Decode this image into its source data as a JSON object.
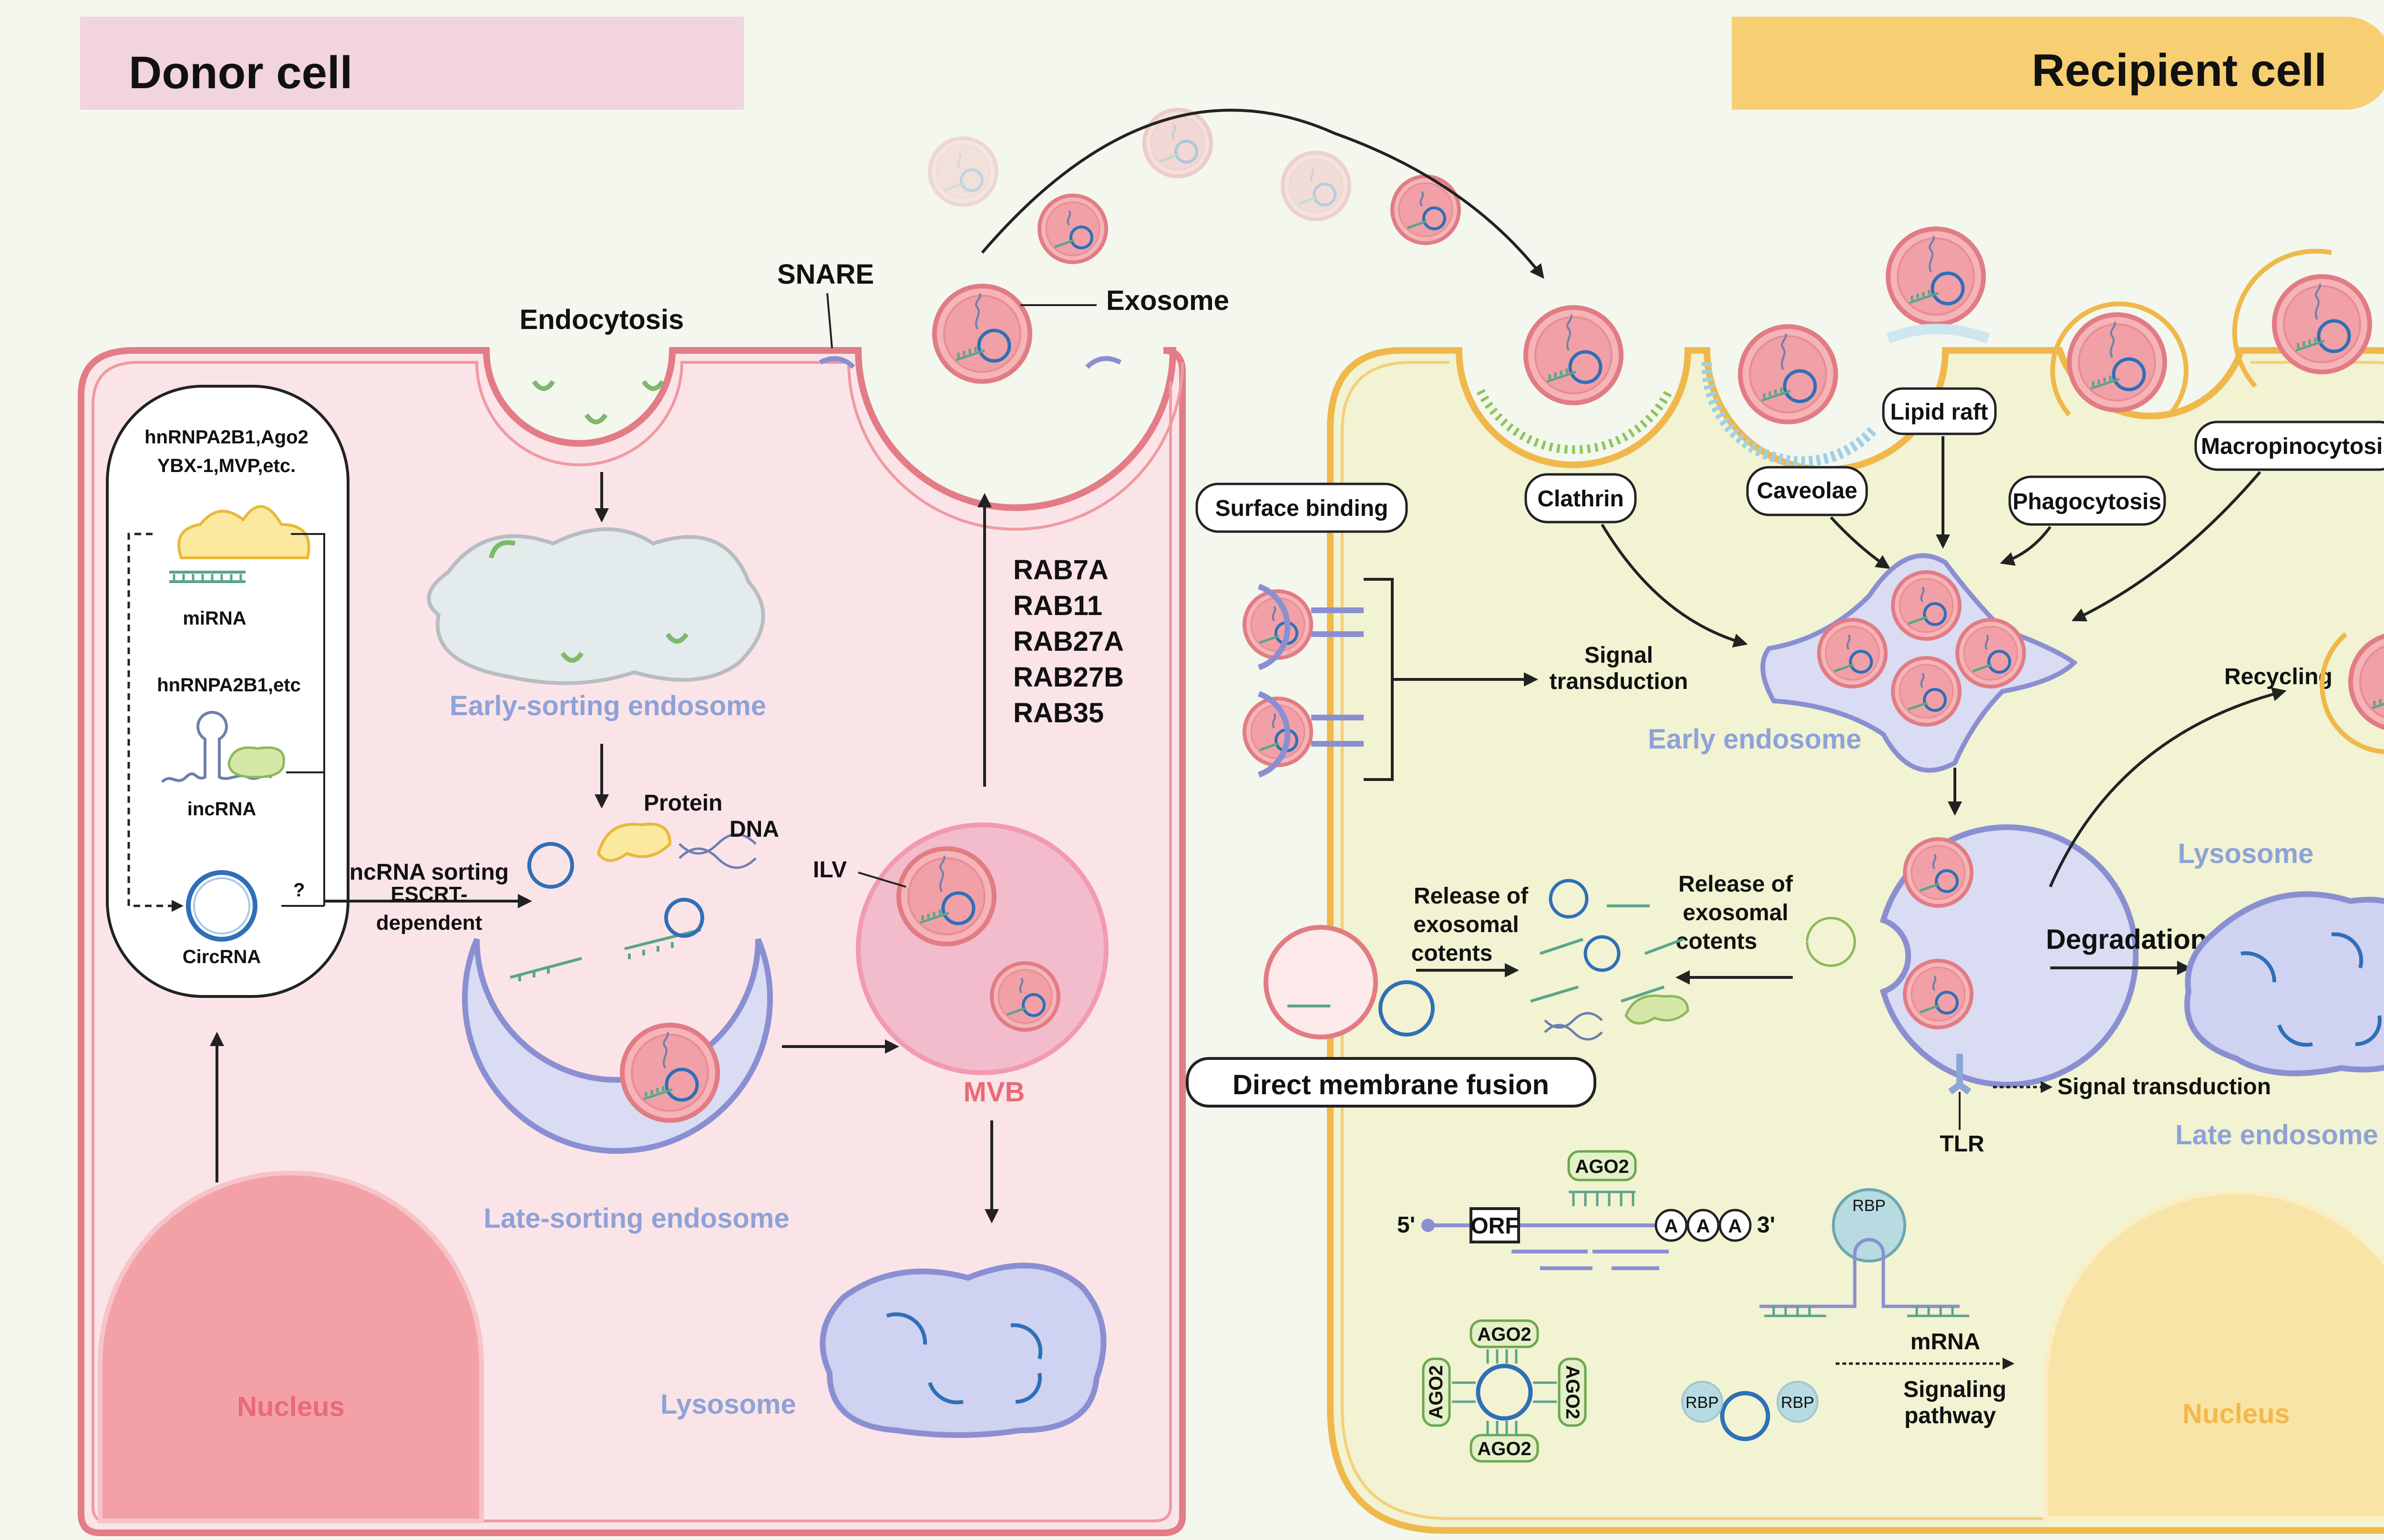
{
  "header": {
    "donor_title": "Donor cell",
    "recipient_title": "Recipient cell"
  },
  "donor": {
    "endocytosis": "Endocytosis",
    "snare": "SNARE",
    "exosome": "Exosome",
    "early_sorting": "Early-sorting endosome",
    "late_sorting": "Late-sorting endosome",
    "mvb": "MVB",
    "ilv": "ILV",
    "lysosome": "Lysosome",
    "nucleus": "Nucleus",
    "protein": "Protein",
    "dna": "DNA",
    "sorting_line1": "ncRNA sorting",
    "sorting_line2": "ESCRT-",
    "sorting_line3": "dependent",
    "question": "?",
    "rab": [
      "RAB7A",
      "RAB11",
      "RAB27A",
      "RAB27B",
      "RAB35"
    ],
    "ncrna_panel": {
      "proteins_line1": "hnRNPA2B1,Ago2",
      "proteins_line2": "YBX-1,MVP,etc.",
      "mirna": "miRNA",
      "lnc_protein": "hnRNPA2B1,etc",
      "lncrna": "incRNA",
      "circrna": "CircRNA"
    }
  },
  "recipient": {
    "clathrin": "Clathrin",
    "caveolae": "Caveolae",
    "lipid_raft": "Lipid raft",
    "phagocytosis": "Phagocytosis",
    "macropinocytosis": "Macropinocytosis",
    "surface_binding": "Surface binding",
    "signal_transduction_1a": "Signal",
    "signal_transduction_1b": "transduction",
    "early_endosome": "Early endosome",
    "recycling": "Recycling",
    "lysosome": "Lysosome",
    "degradation": "Degradation",
    "release_left": [
      "Release of",
      "exosomal",
      "cotents"
    ],
    "release_right": [
      "Release of",
      "exosomal",
      "cotents"
    ],
    "direct_fusion": "Direct membrane fusion",
    "tlr": "TLR",
    "signal_transduction_2": "Signal transduction",
    "late_endosome": "Late endosome",
    "nucleus": "Nucleus",
    "five_prime": "5'",
    "orf": "ORF",
    "ago2": "AGO2",
    "a": "A",
    "three_prime": "3'",
    "rbp": "RBP",
    "mrna": "mRNA",
    "signaling_line1": "Signaling",
    "signaling_line2": "pathway"
  },
  "colors": {
    "donor_header": "#f2d3e0",
    "recipient_header": "#f7cf72",
    "donor_cell_fill": "#fbe4e8",
    "donor_cell_stroke": "#e37c86",
    "recipient_cell_fill": "#f1f3d2",
    "recipient_cell_stroke": "#f0b84a",
    "endosome_blue": "#d9dcf3",
    "exosome_pink": "#f3a7ad"
  }
}
